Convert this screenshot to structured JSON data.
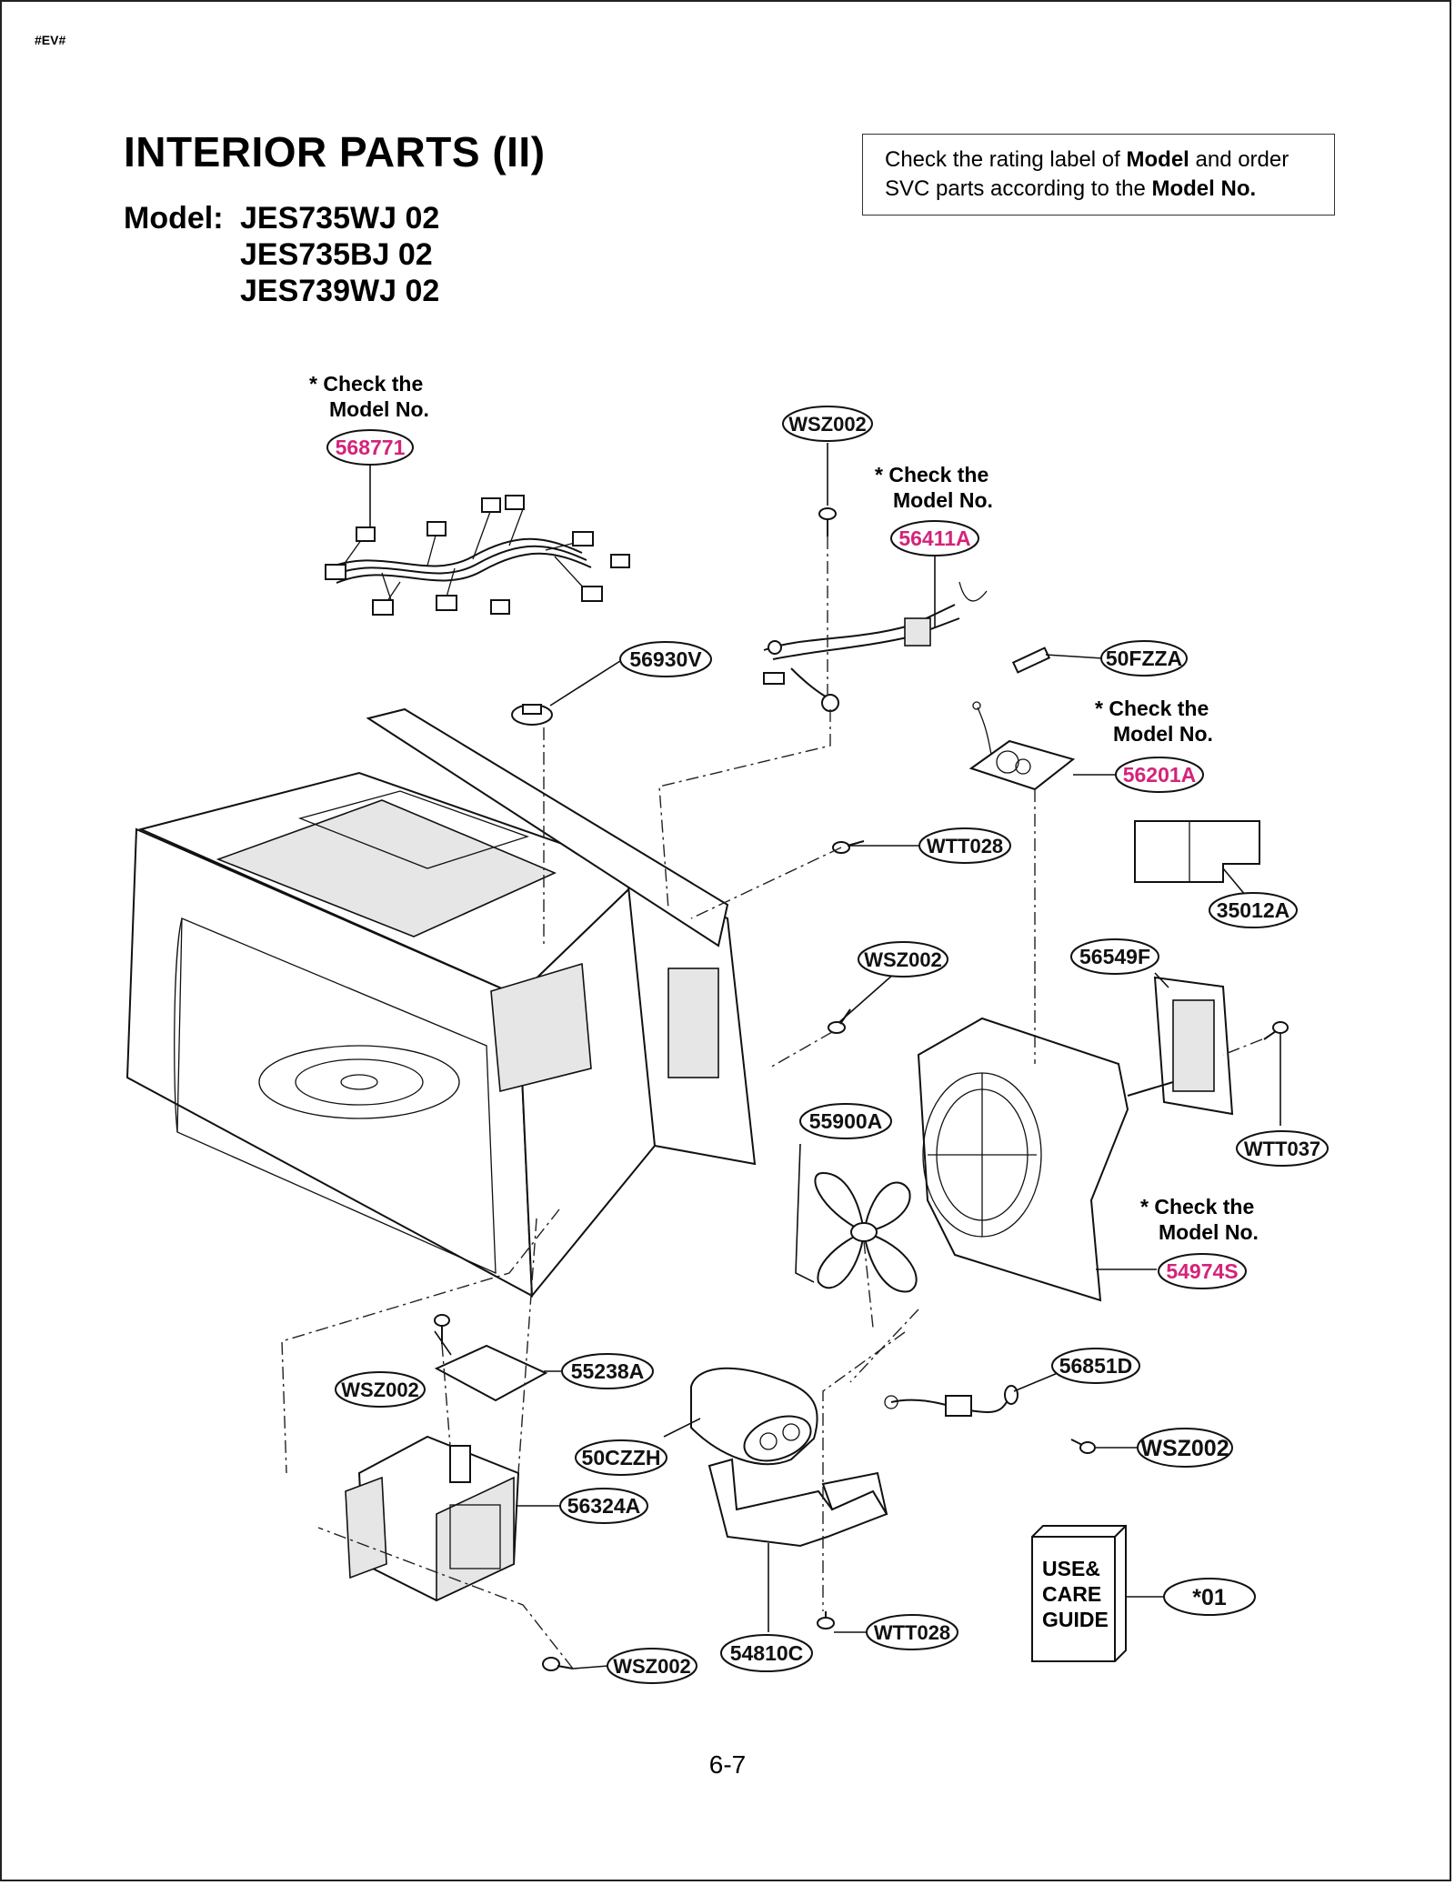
{
  "header": {
    "corner_mark": "#EV#",
    "title": "INTERIOR PARTS (II)",
    "model_label": "Model:",
    "models": [
      "JES735WJ 02",
      "JES735BJ 02",
      "JES739WJ 02"
    ]
  },
  "notice": {
    "line1_pre": "Check the rating label of ",
    "line1_bold": "Model",
    "line1_post": " and order",
    "line2_pre": "SVC parts according to the ",
    "line2_bold": "Model No."
  },
  "notes": {
    "check_line1": "* Check the",
    "check_line2": "Model No."
  },
  "callouts": {
    "c568771": "568771",
    "c56411A": "56411A",
    "c56201A": "56201A",
    "c54974S": "54974S",
    "wsz_top": "WSZ002",
    "c56930V": "56930V",
    "c50FZZA": "50FZZA",
    "wtt_mid": "WTT028",
    "c35012A": "35012A",
    "wsz_mid": "WSZ002",
    "c56549F": "56549F",
    "c55900A": "55900A",
    "wtt037": "WTT037",
    "wsz_left": "WSZ002",
    "c55238A": "55238A",
    "c56851D": "56851D",
    "wsz_right": "WSZ002",
    "c50CZZH": "50CZZH",
    "c56324A": "56324A",
    "wtt_bot": "WTT028",
    "wsz_bot": "WSZ002",
    "c54810C": "54810C",
    "c01": "*01"
  },
  "guide_box": {
    "line1": "USE&",
    "line2": "CARE",
    "line3": "GUIDE"
  },
  "colors": {
    "highlight": "#d4237a",
    "ink": "#111111"
  },
  "page_number": "6-7"
}
